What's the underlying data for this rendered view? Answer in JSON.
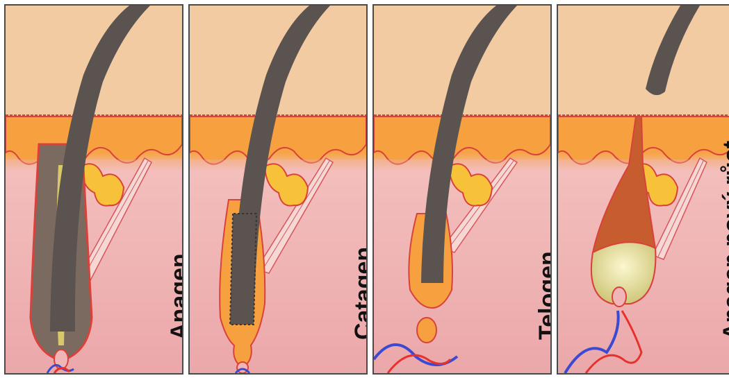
{
  "stages": [
    {
      "label": "Anagen"
    },
    {
      "label": "Catagen"
    },
    {
      "label": "Telogen"
    },
    {
      "label": "Anagen nový růst"
    }
  ],
  "colors": {
    "epidermis": "#f3c9a0",
    "dermis_band": "#f7a040",
    "skin_lower": "#f1b9ba",
    "hair_shaft": "#5b534f",
    "follicle_outline": "#d9413b",
    "sebaceous_gland": "#f7c23a",
    "new_bulb": "#eee9a4",
    "artery": "#e8312c",
    "vein": "#3b4ad1"
  }
}
